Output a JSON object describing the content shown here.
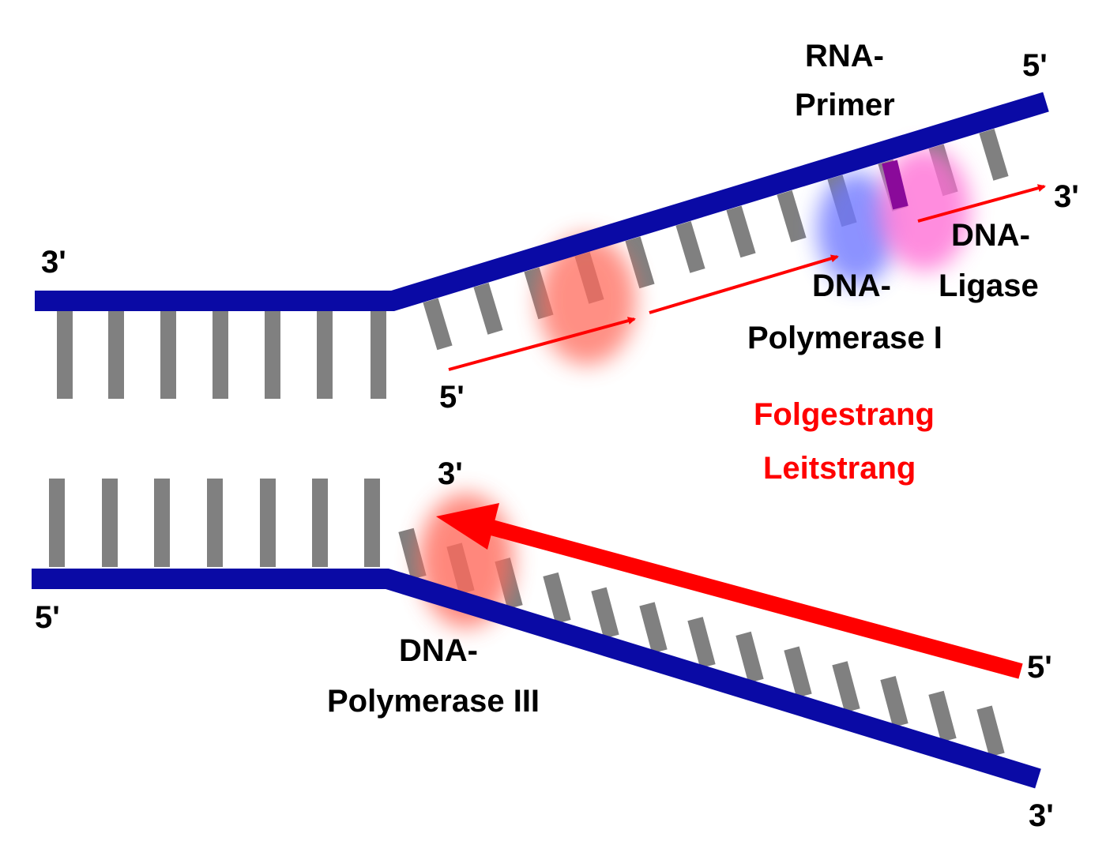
{
  "colors": {
    "backbone": "#0a0aa5",
    "base": "#808080",
    "strand": "#ff0000",
    "polymerase3_glow": "#ff7a6e",
    "polymerase1_glow": "#6f78ff",
    "ligase_glow": "#ff6fd6",
    "primer": "#8a0a9a"
  },
  "labels": {
    "top_left_end": "3'",
    "top_right_end": "5'",
    "lagging_start": "5'",
    "lagging_end": "3'",
    "rna_primer_1": "RNA-",
    "rna_primer_2": "Primer",
    "dna_ligase_1": "DNA-",
    "dna_ligase_2": "Ligase",
    "dna_pol1_1": "DNA-",
    "dna_pol1_2": "Polymerase I",
    "bottom_leading_end": "3'",
    "bottom_left_end": "5'",
    "bottom_leading_start": "5'",
    "bottom_right_end": "3'",
    "dna_pol3_1": "DNA-",
    "dna_pol3_2": "Polymerase III"
  },
  "legend": {
    "lagging": {
      "label": "Folgestrang",
      "color": "#ff0000"
    },
    "leading": {
      "label": "Leitstrang",
      "color": "#ff0000"
    }
  }
}
